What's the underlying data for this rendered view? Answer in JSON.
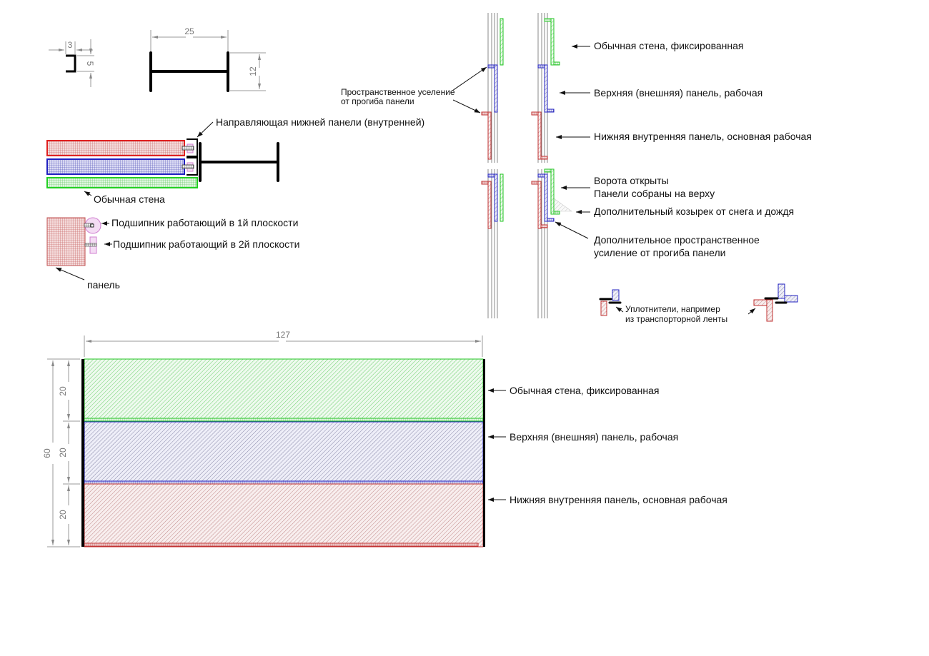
{
  "colors": {
    "wall": "#22c422",
    "upper_panel": "#2020a8",
    "lower_panel": "#c03030",
    "bearing": "#d080d0",
    "profile": "#000000",
    "dimension": "#999999"
  },
  "profiles": {
    "channel": {
      "width_label": "3",
      "height_label": "5"
    },
    "ibeam": {
      "width_label": "25",
      "height_label": "12"
    }
  },
  "cross_section": {
    "guide_label": "Направляющая нижней панели (внутренней)",
    "wall_label": "Обычная стена"
  },
  "bearings": {
    "bearing1_label": "Подшипник работающий в 1й плоскости",
    "bearing2_label": "Подшипник работающий в 2й плоскости",
    "panel_label": "панель"
  },
  "side_view": {
    "reinforcement_label_line1": "Пространственное уселение",
    "reinforcement_label_line2": "от прогиба панели",
    "closed_labels": [
      "Обычная стена, фиксированная",
      "Верхняя (внешняя) панель, рабочая",
      "Нижняя внутренняя панель, основная рабочая"
    ],
    "open_label_line1": "Ворота открыты",
    "open_label_line2": "Панели собраны на верху",
    "visor_label": "Дополнительный козырек от снега и дождя",
    "extra_reinforcement_line1": "Дополнительное пространственное",
    "extra_reinforcement_line2": "усиление от прогиба панели",
    "seals_line1": "Уплотнители, например",
    "seals_line2": "из транспорторной ленты"
  },
  "front_view": {
    "width_label": "127",
    "total_height_label": "60",
    "section_height_labels": [
      "20",
      "20",
      "20"
    ],
    "panel_labels": [
      "Обычная стена, фиксированная",
      "Верхняя (внешняя) панель, рабочая",
      "Нижняя внутренняя панель, основная рабочая"
    ]
  }
}
